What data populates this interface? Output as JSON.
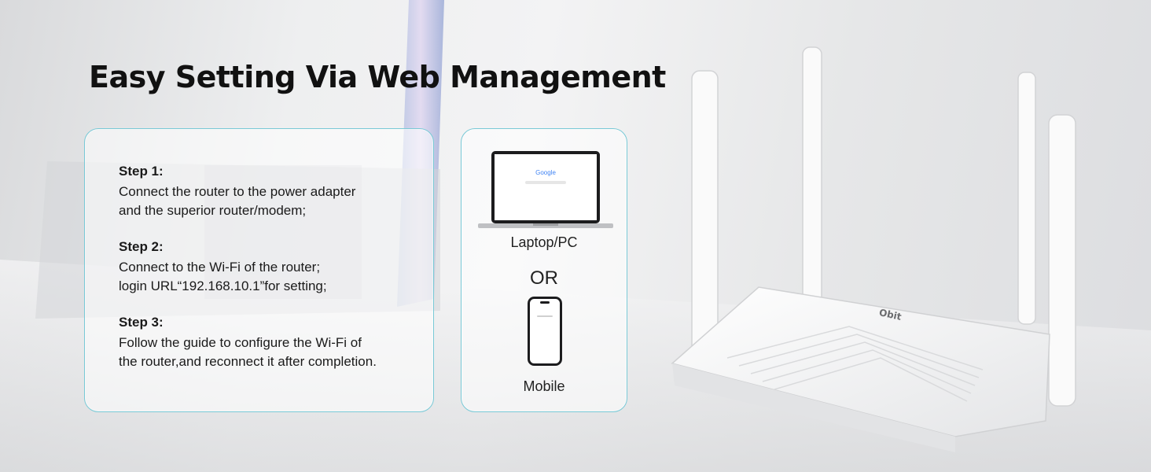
{
  "header": {
    "title": "Easy Setting Via Web Management"
  },
  "steps": [
    {
      "label": "Step 1:",
      "lines": [
        "Connect the router to the power adapter",
        "and the superior router/modem;"
      ]
    },
    {
      "label": "Step 2:",
      "lines": [
        "Connect to the Wi-Fi of the router;",
        "login URL“192.168.10.1”for setting;"
      ]
    },
    {
      "label": "Step 3:",
      "lines": [
        "Follow the guide to configure the Wi-Fi of",
        "the router,and reconnect it after completion."
      ]
    }
  ],
  "devices": {
    "laptop_label": "Laptop/PC",
    "or_label": "OR",
    "mobile_label": "Mobile",
    "screen_brand": "Google"
  },
  "product": {
    "brand": "Obit"
  },
  "colors": {
    "card_border": "#79c9d6",
    "title": "#111111"
  }
}
